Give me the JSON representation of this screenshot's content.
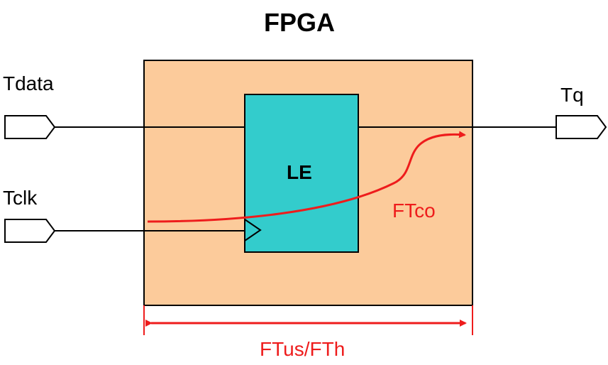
{
  "title": "FPGA",
  "ports": {
    "data_in": "Tdata",
    "clk_in": "Tclk",
    "q_out": "Tq"
  },
  "logic_element": "LE",
  "timing": {
    "clock_to_out": "FTco",
    "setup_hold": "FTus/FTh"
  },
  "colors": {
    "fpga_fill": "#fccb9b",
    "le_fill": "#33cccc",
    "timing": "#ee1c1c",
    "wire": "#000000"
  }
}
